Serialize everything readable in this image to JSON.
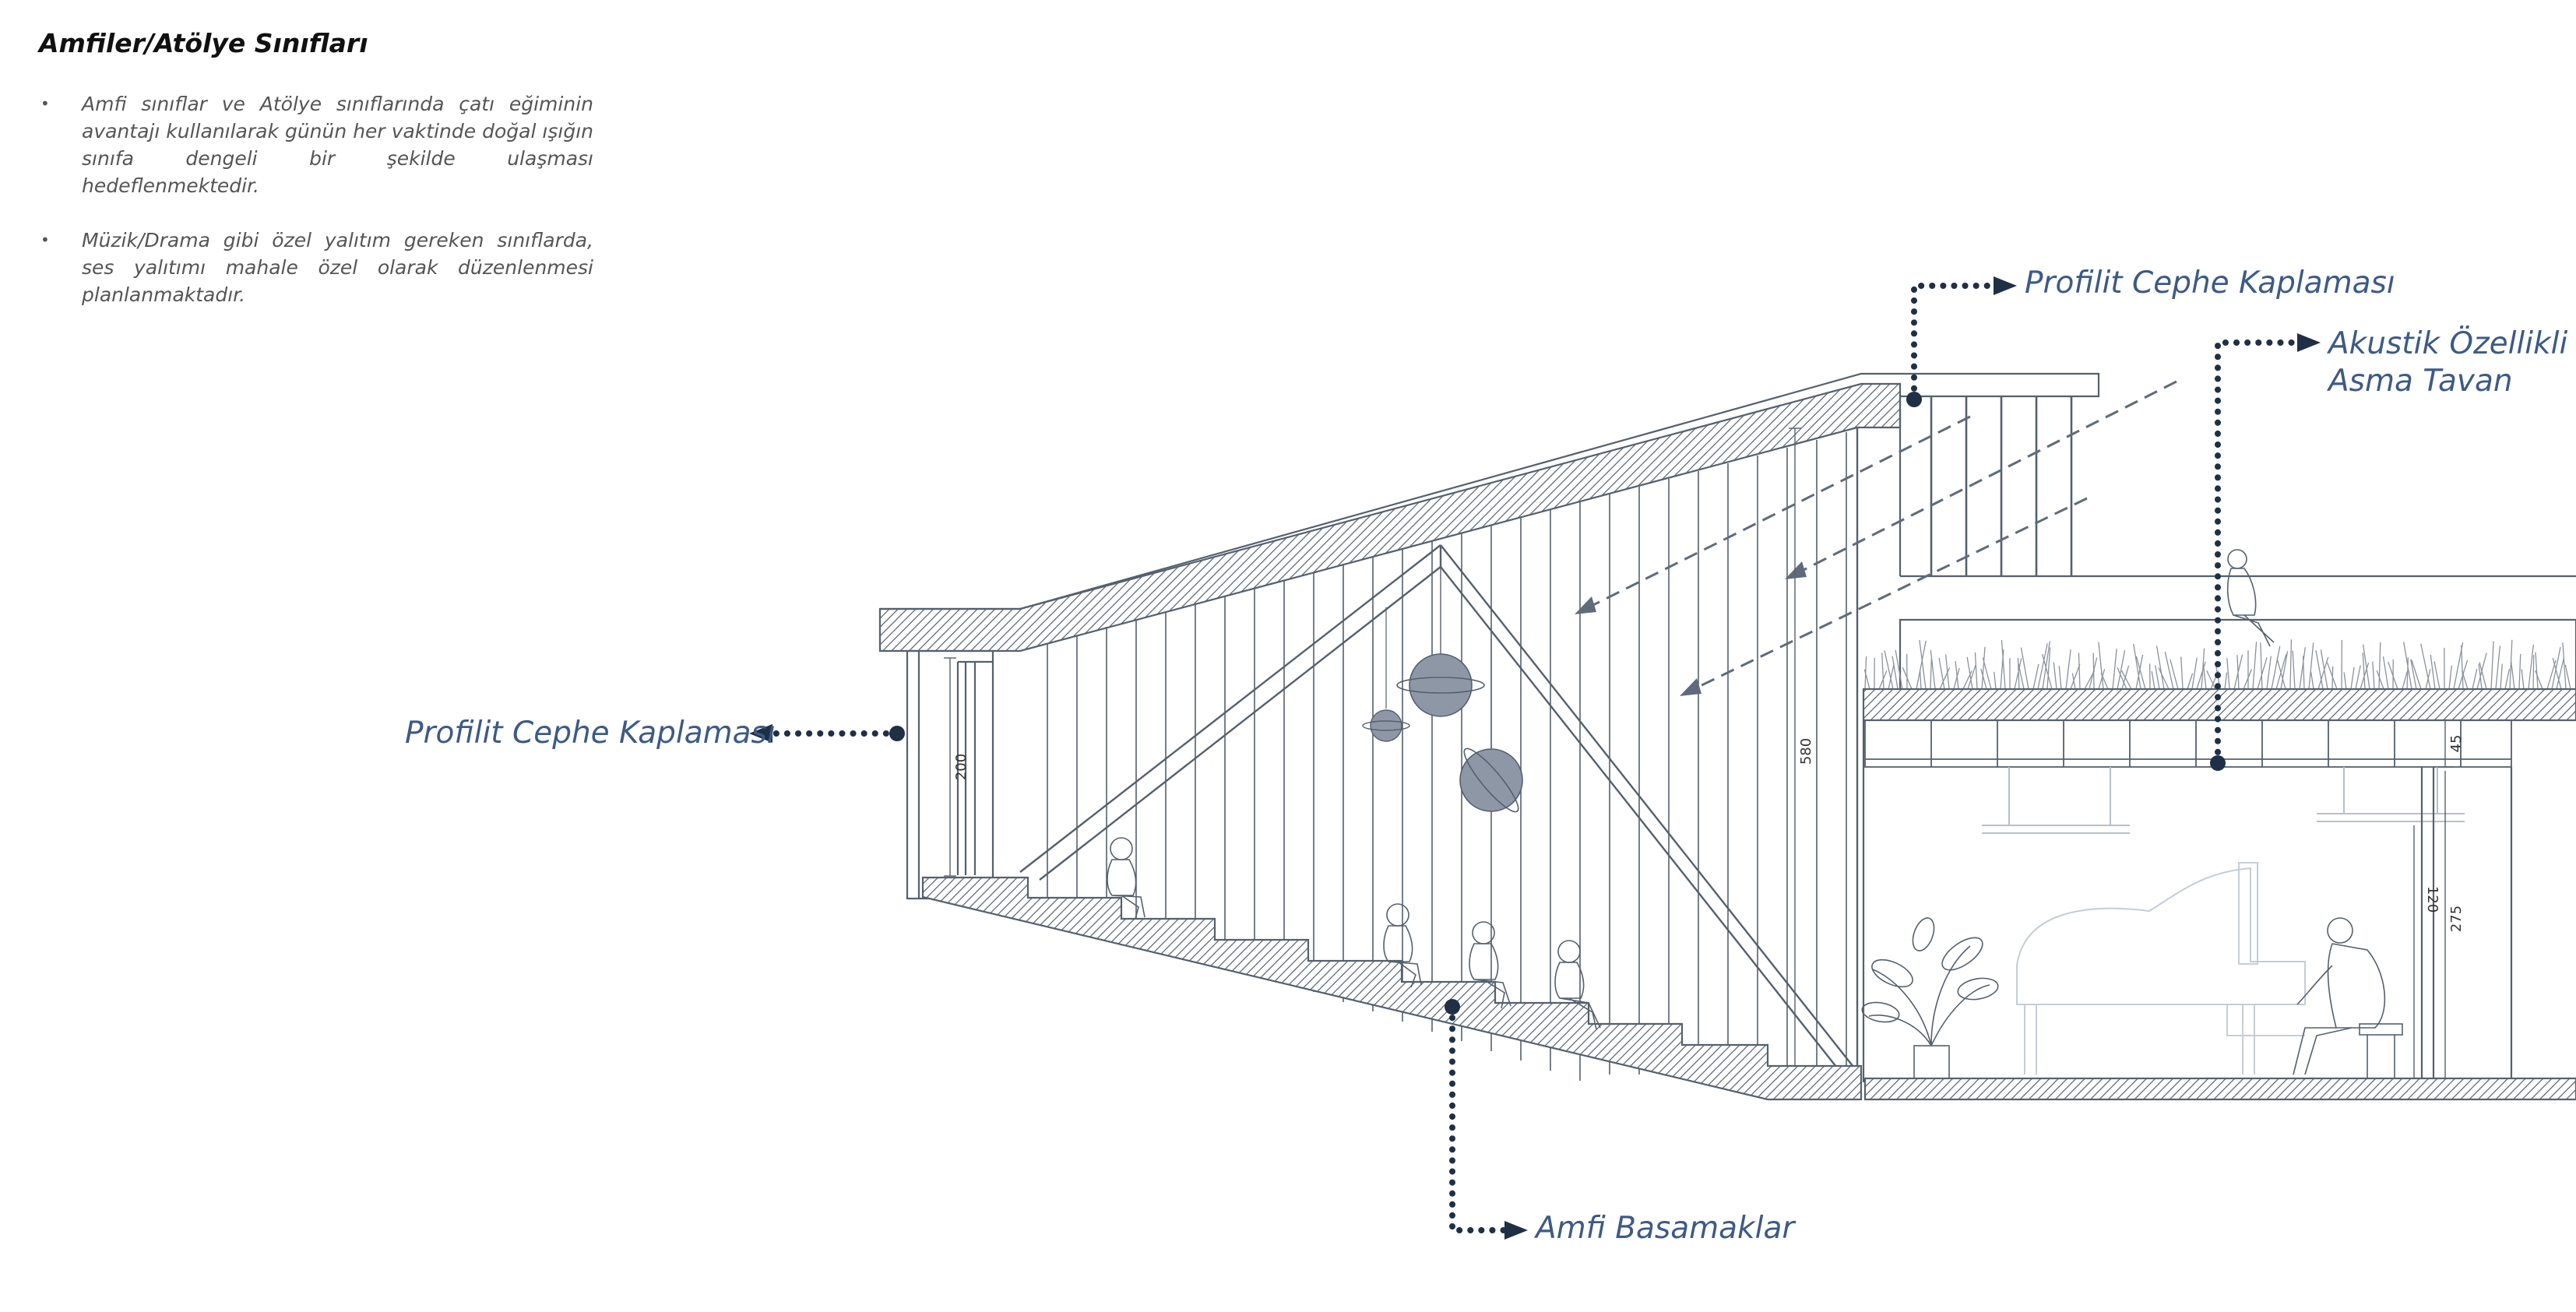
{
  "heading": "Amfiler/Atölye Sınıfları",
  "bullets": [
    "Amfi sınıflar ve Atölye sınıflarında çatı eğiminin avantajı kullanılarak günün her vaktinde doğal ışığın sınıfa dengeli bir şekilde ulaşması hedeflenmektedir.",
    "Müzik/Drama gibi özel yalıtım gereken sınıflarda, ses yalıtımı mahale özel olarak düzenlenmesi planlanmaktadır."
  ],
  "callouts": {
    "facade_left": "Profilit Cephe Kaplaması",
    "facade_top": "Profilit Cephe Kaplaması",
    "ceiling_line1": "Akustik Özellikli",
    "ceiling_line2": "Asma Tavan",
    "steps": "Amfi Basamaklar"
  },
  "dimensions": {
    "left_height": "200",
    "main_height": "580",
    "ceiling_gap": "45",
    "room_height": "275",
    "lamp_height": "120"
  },
  "colors": {
    "label": "#3c5a86",
    "leader": "#1f2f45",
    "line": "#55606e",
    "planet": "#8e97a6",
    "light_arrow": "#5f6b7b",
    "furniture": "#c5cdd6"
  }
}
